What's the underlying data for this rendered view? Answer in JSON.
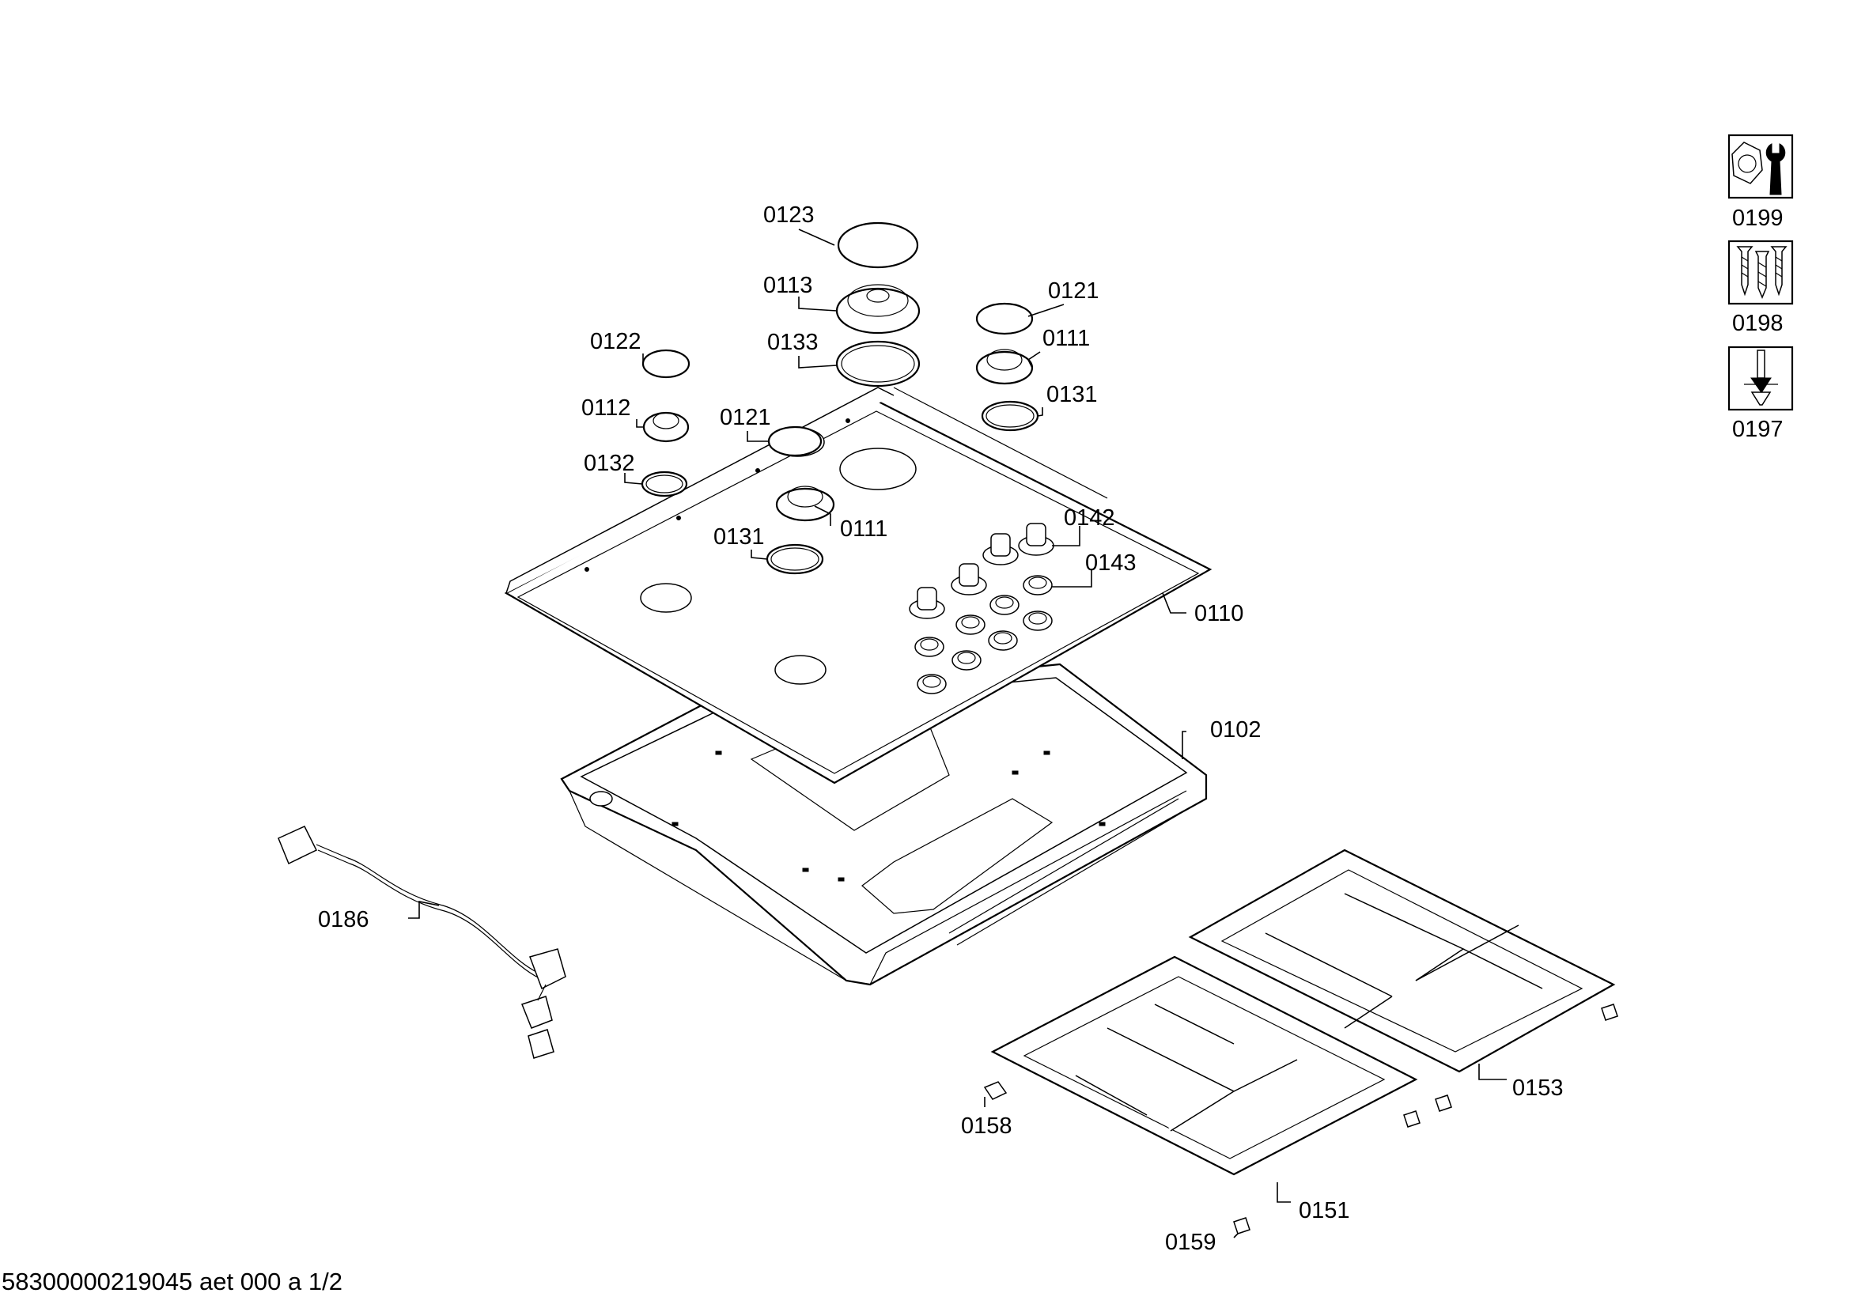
{
  "callouts": {
    "c0123": "0123",
    "c0113": "0113",
    "c0121a": "0121",
    "c0133": "0133",
    "c0111a": "0111",
    "c0122": "0122",
    "c0131a": "0131",
    "c0112": "0112",
    "c0121b": "0121",
    "c0132": "0132",
    "c0111b": "0111",
    "c0131b": "0131",
    "c0142": "0142",
    "c0143": "0143",
    "c0110": "0110",
    "c0102": "0102",
    "c0186": "0186",
    "c0153": "0153",
    "c0158": "0158",
    "c0151": "0151",
    "c0159": "0159"
  },
  "side_icons": [
    {
      "name": "nut-wrench-icon",
      "label": "0199"
    },
    {
      "name": "screws-icon",
      "label": "0198"
    },
    {
      "name": "screwdriver-icon",
      "label": "0197"
    }
  ],
  "footer": "58300000219045 aet 000 a 1/2"
}
